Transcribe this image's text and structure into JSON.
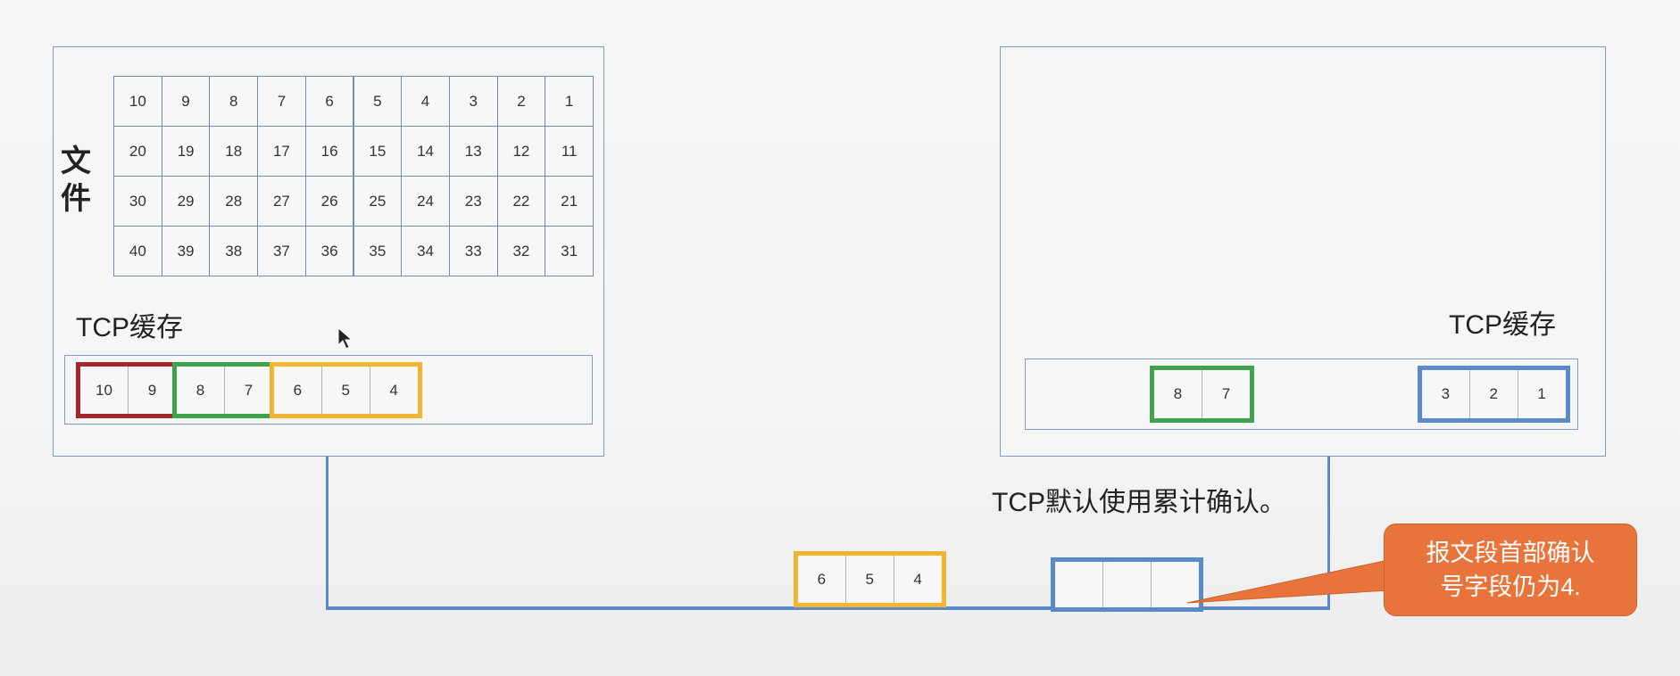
{
  "colors": {
    "panel_border": "#7f9cc4",
    "wire": "#5b8ac8",
    "red": "#a4282b",
    "green": "#3fa34d",
    "yellow": "#f2b531",
    "blue": "#5b8ac8",
    "callout": "#e8743b"
  },
  "sender": {
    "file_label": "文件",
    "file_rows": [
      [
        "10",
        "9",
        "8",
        "7",
        "6",
        "5",
        "4",
        "3",
        "2",
        "1"
      ],
      [
        "20",
        "19",
        "18",
        "17",
        "16",
        "15",
        "14",
        "13",
        "12",
        "11"
      ],
      [
        "30",
        "29",
        "28",
        "27",
        "26",
        "25",
        "24",
        "23",
        "22",
        "21"
      ],
      [
        "40",
        "39",
        "38",
        "37",
        "36",
        "35",
        "34",
        "33",
        "32",
        "31"
      ]
    ],
    "buffer_label": "TCP缓存",
    "buffer_groups": [
      {
        "color": "red",
        "cells": [
          "10",
          "9"
        ]
      },
      {
        "color": "green",
        "cells": [
          "8",
          "7"
        ]
      },
      {
        "color": "yellow",
        "cells": [
          "6",
          "5",
          "4"
        ]
      }
    ]
  },
  "receiver": {
    "buffer_label": "TCP缓存",
    "buffer_groups": [
      {
        "color": "green",
        "cells": [
          "8",
          "7"
        ]
      },
      {
        "color": "blue",
        "cells": [
          "3",
          "2",
          "1"
        ]
      }
    ]
  },
  "link": {
    "note": "TCP默认使用累计确认。",
    "data_segment": {
      "color": "yellow",
      "cells": [
        "6",
        "5",
        "4"
      ]
    },
    "ack_segment": {
      "color": "blue",
      "cells": [
        "",
        "",
        ""
      ]
    }
  },
  "callout": {
    "line1": "报文段首部确认",
    "line2": "号字段仍为4."
  }
}
